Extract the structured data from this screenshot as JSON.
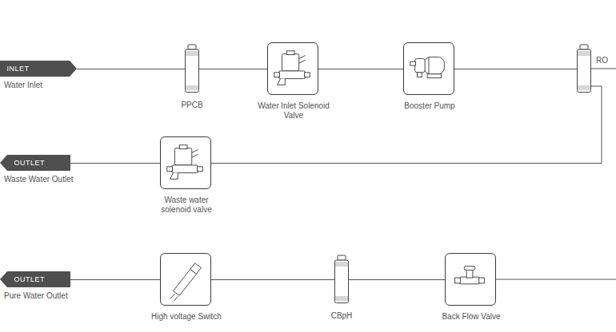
{
  "diagram": {
    "nodes": [
      {
        "text": [
          "INLET",
          "Water Inlet"
        ]
      },
      {
        "text": [
          "PPCB"
        ]
      },
      {
        "text": [
          "Water Inlet Solenoid Valve"
        ]
      },
      {
        "text": [
          "Booster Pump"
        ]
      },
      {
        "text": [
          "RO"
        ]
      },
      {
        "text": [
          "Waste water solenoid valve"
        ]
      },
      {
        "text": [
          "OUTLET",
          "Waste Water Outlet"
        ]
      },
      {
        "text": [
          "Back Flow Valve"
        ]
      },
      {
        "text": [
          "CBpH"
        ]
      },
      {
        "text": [
          "High voltage Switch"
        ]
      },
      {
        "text": [
          "OUTLET",
          "Pure Water Outlet"
        ]
      }
    ],
    "edges": [
      {
        "from": 0,
        "to": 1,
        "arrow": "none"
      },
      {
        "from": 1,
        "to": 2,
        "arrow": "none"
      },
      {
        "from": 2,
        "to": 3,
        "arrow": "none"
      },
      {
        "from": 3,
        "to": 4,
        "arrow": "none"
      },
      {
        "from": 4,
        "to": 5,
        "arrow": "none"
      },
      {
        "from": 5,
        "to": 6,
        "arrow": "none"
      },
      {
        "from": 7,
        "to": 8,
        "arrow": "none"
      },
      {
        "from": 8,
        "to": 9,
        "arrow": "none"
      },
      {
        "from": 9,
        "to": 10,
        "arrow": "none"
      }
    ]
  }
}
